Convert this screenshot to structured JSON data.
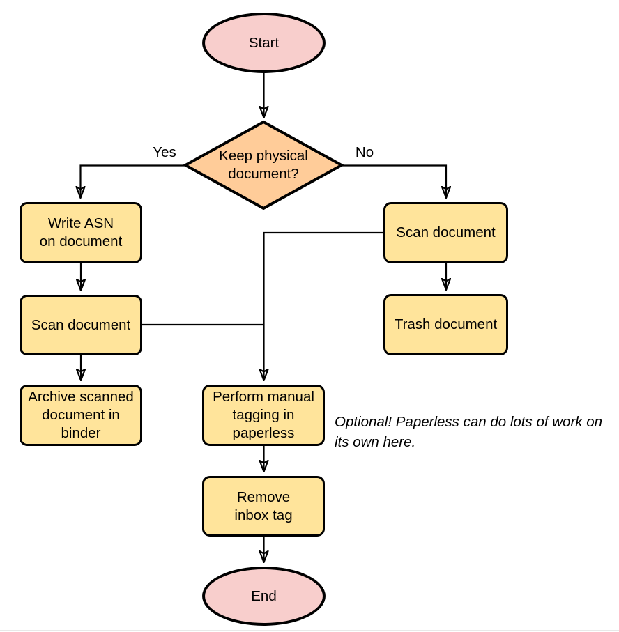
{
  "colors": {
    "terminal_fill": "#f8cecc",
    "decision_fill": "#ffcc99",
    "process_fill": "#ffe49b",
    "stroke": "#000000",
    "background": "#ffffff",
    "bottom_rule": "#e8e8e8"
  },
  "nodes": {
    "start": {
      "label": "Start"
    },
    "decision": {
      "label": "Keep physical\ndocument?"
    },
    "write_asn": {
      "label": "Write ASN\non document"
    },
    "scan_left": {
      "label": "Scan document"
    },
    "archive": {
      "label": "Archive scanned\ndocument in\nbinder"
    },
    "tagging": {
      "label": "Perform manual\ntagging in\npaperless"
    },
    "remove_inbox": {
      "label": "Remove\ninbox tag"
    },
    "scan_right": {
      "label": "Scan document"
    },
    "trash": {
      "label": "Trash document"
    },
    "end": {
      "label": "End"
    }
  },
  "edge_labels": {
    "yes": "Yes",
    "no": "No"
  },
  "annotation": {
    "text": "Optional! Paperless can do lots of work on\nits own here."
  }
}
